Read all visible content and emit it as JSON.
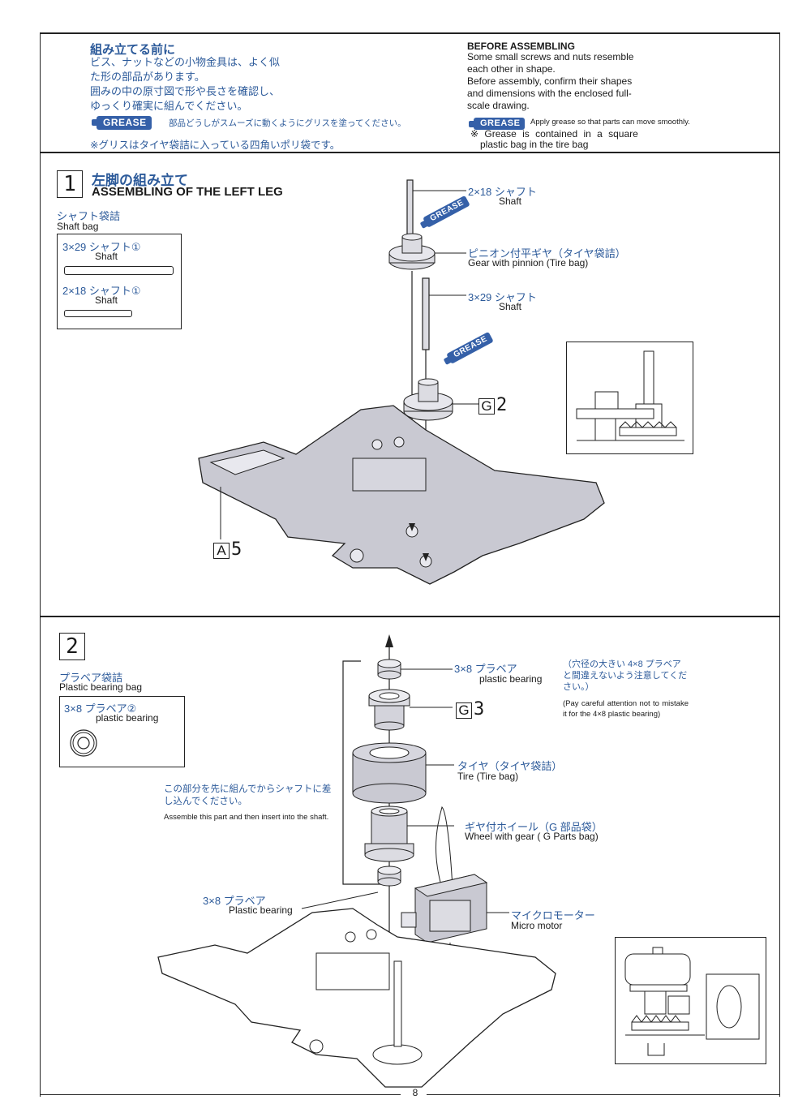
{
  "before_assembling": {
    "jp_title": "組み立てる前に",
    "jp_lines": [
      "ビス、ナットなどの小物金具は、よく似",
      "た形の部品があります。",
      "囲みの中の原寸図で形や長さを確認し、",
      "ゆっくり確実に組んでください。"
    ],
    "grease_label": "GREASE",
    "jp_grease_text": "部品どうしがスムーズに動くようにグリスを塗ってください。",
    "jp_grease_note": "※グリスはタイヤ袋詰に入っている四角いポリ袋です。",
    "en_title": "BEFORE ASSEMBLING",
    "en_lines": [
      "Some small screws and nuts resemble",
      "each other in shape.",
      "Before assembly, confirm their shapes",
      "and dimensions with the enclosed full-",
      "scale drawing."
    ],
    "en_grease_text": "Apply grease so that parts can move smoothly.",
    "en_grease_note_1": "※ Grease is contained in a square",
    "en_grease_note_2": "plastic bag in the tire bag"
  },
  "step1": {
    "number": "1",
    "jp_title": "左脚の組み立て",
    "en_title": "ASSEMBLING OF THE LEFT LEG",
    "bag_jp": "シャフト袋詰",
    "bag_en": "Shaft bag",
    "bag_parts": [
      {
        "jp": "3×29 シャフト①",
        "en": "Shaft"
      },
      {
        "jp": "2×18 シャフト①",
        "en": "Shaft"
      }
    ],
    "callouts": {
      "shaft_2x18_jp": "2×18 シャフト",
      "shaft_2x18_en": "Shaft",
      "gear_pinion_jp": "ピニオン付平ギヤ（タイヤ袋詰）",
      "gear_pinion_en": "Gear with pinnion (Tire bag)",
      "shaft_3x29_jp": "3×29 シャフト",
      "shaft_3x29_en": "Shaft",
      "part_g2_letter": "G",
      "part_g2_num": "2",
      "part_a5_letter": "A",
      "part_a5_num": "5",
      "grease_label": "GREASE"
    }
  },
  "step2": {
    "number": "2",
    "bag_jp": "プラベア袋詰",
    "bag_en": "Plastic bearing bag",
    "bag_part_jp": "3×8 プラベア②",
    "bag_part_en": "plastic bearing",
    "assemble_note_jp": "この部分を先に組んでからシャフトに差し込んでください。",
    "assemble_note_en": "Assemble this part and then insert into the shaft.",
    "callouts": {
      "bearing_top_jp": "3×8 プラベア",
      "bearing_top_en": "plastic bearing",
      "warning_jp": "（穴径の大きい 4×8 プラベアと間違えないよう注意してください。）",
      "warning_en": "(Pay careful attention not to mistake it for the 4×8 plastic bearing)",
      "part_g3_letter": "G",
      "part_g3_num": "3",
      "tire_jp": "タイヤ（タイヤ袋詰）",
      "tire_en": "Tire (Tire bag)",
      "wheel_jp": "ギヤ付ホイール（G 部品袋）",
      "wheel_en": "Wheel with gear ( G Parts bag)",
      "bearing_bottom_jp": "3×8 プラベア",
      "bearing_bottom_en": "Plastic bearing",
      "motor_jp": "マイクロモーター",
      "motor_en": "Micro motor"
    }
  },
  "page_number": "8",
  "colors": {
    "accent_blue": "#3560a8",
    "jp_text_blue": "#2c5a9a",
    "part_gray": "#c9c9d2"
  }
}
